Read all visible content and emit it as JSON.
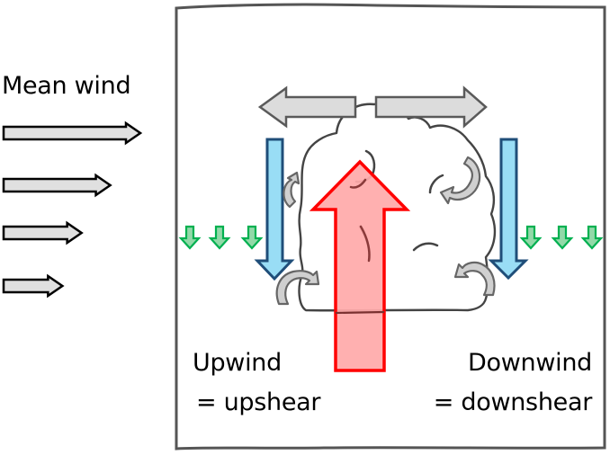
{
  "labels": {
    "mean_wind": "Mean wind",
    "upwind": "Upwind",
    "upshear": "= upshear",
    "downwind": "Downwind",
    "downshear": "= downshear"
  },
  "colors": {
    "frame": "#555555",
    "cloud_outline": "#444444",
    "wind_arrow_fill": "#e0e0e0",
    "wind_arrow_stroke": "#000000",
    "outflow_arrow_fill": "#dcdcdc",
    "outflow_arrow_stroke": "#5a5a5a",
    "updraft_fill": "#ffaaaa",
    "updraft_stroke": "#ff0000",
    "downdraft_fill": "#99ddf5",
    "downdraft_stroke": "#1f4e79",
    "subsidence_fill": "#92d9a8",
    "subsidence_stroke": "#00b050",
    "eddy_fill": "#d0d0d0",
    "eddy_stroke": "#666666"
  },
  "mean_wind_profile": {
    "description": "Mean wind speed decreasing toward the surface",
    "relative_speeds": [
      1.0,
      0.78,
      0.57,
      0.43
    ]
  },
  "elements": {
    "updraft": "Central updraft (red arrow)",
    "downdrafts": [
      "Upwind downdraft",
      "Downwind downdraft"
    ],
    "outflow": [
      "Upper-level outflow left",
      "Upper-level outflow right"
    ],
    "subsidence_arrows_per_side": 3
  }
}
